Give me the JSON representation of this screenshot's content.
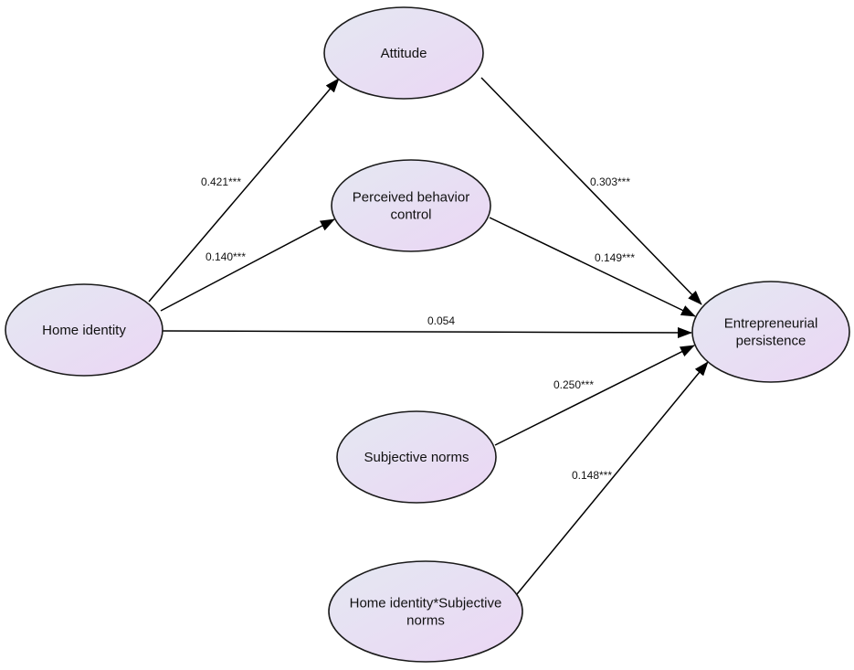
{
  "nodes": [
    {
      "id": "home_identity",
      "lines": [
        "Home identity"
      ]
    },
    {
      "id": "attitude",
      "lines": [
        "Attitude"
      ]
    },
    {
      "id": "pbc",
      "lines": [
        "Perceived behavior",
        "control"
      ]
    },
    {
      "id": "subjective_norms",
      "lines": [
        "Subjective norms"
      ]
    },
    {
      "id": "interaction",
      "lines": [
        "Home identity*Subjective",
        "norms"
      ]
    },
    {
      "id": "persistence",
      "lines": [
        "Entrepreneurial",
        "persistence"
      ]
    }
  ],
  "paths": [
    {
      "from": "home_identity",
      "to": "attitude",
      "coefficient": "0.421***"
    },
    {
      "from": "home_identity",
      "to": "pbc",
      "coefficient": "0.140***"
    },
    {
      "from": "home_identity",
      "to": "persistence",
      "coefficient": "0.054"
    },
    {
      "from": "attitude",
      "to": "persistence",
      "coefficient": "0.303***"
    },
    {
      "from": "pbc",
      "to": "persistence",
      "coefficient": "0.149***"
    },
    {
      "from": "subjective_norms",
      "to": "persistence",
      "coefficient": "0.250***"
    },
    {
      "from": "interaction",
      "to": "persistence",
      "coefficient": "0.148***"
    }
  ],
  "colors": {
    "node_fill_start": "#e4e8f2",
    "node_fill_end": "#ebd6f4",
    "node_stroke": "#1a1a1a",
    "edge": "#000000"
  }
}
